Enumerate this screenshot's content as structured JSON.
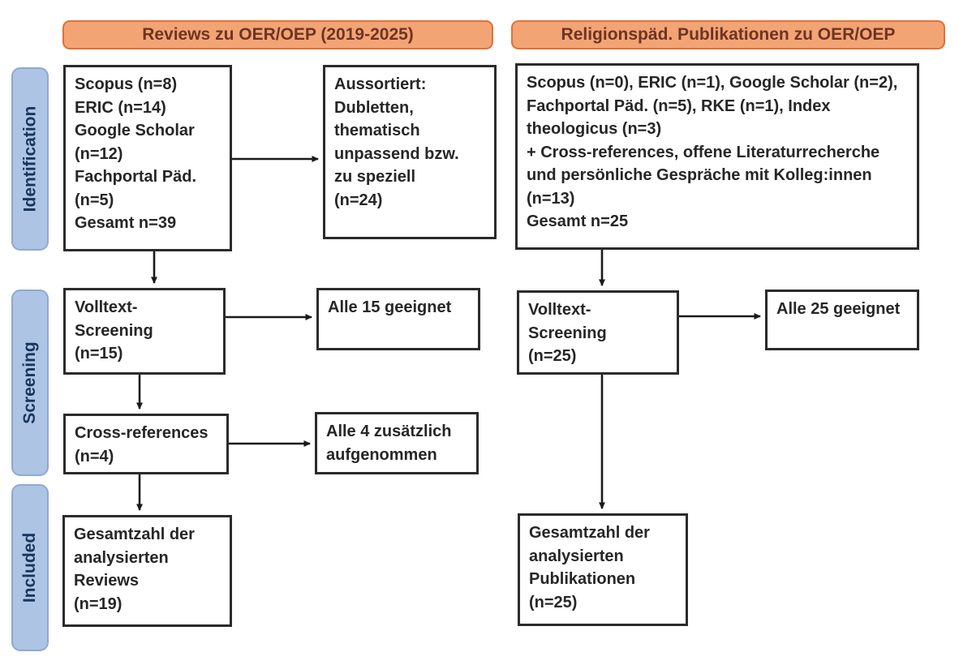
{
  "headers": {
    "left": "Reviews zu OER/OEP (2019-2025)",
    "right": "Religionspäd. Publikationen zu OER/OEP"
  },
  "stages": {
    "identification": "Identification",
    "screening": "Screening",
    "included": "Included"
  },
  "left_flow": {
    "sources": "Scopus (n=8)\nERIC (n=14)\nGoogle Scholar\n(n=12)\nFachportal Päd.\n(n=5)\nGesamt n=39",
    "excluded": "Aussortiert:\nDubletten,\nthematisch\nunpassend bzw.\nzu speziell\n(n=24)",
    "fulltext_screening": "Volltext-\nScreening\n(n=15)",
    "fulltext_result": "Alle 15 geeignet",
    "crossref": "Cross-references\n(n=4)",
    "crossref_result": "Alle 4 zusätzlich\naufgenommen",
    "included_total": "Gesamtzahl der\nanalysierten\nReviews\n(n=19)"
  },
  "right_flow": {
    "sources": "Scopus (n=0), ERIC (n=1), Google Scholar (n=2),\nFachportal Päd. (n=5), RKE (n=1), Index\ntheologicus (n=3)\n+ Cross-references, offene Literaturrecherche\nund persönliche Gespräche mit Kolleg:innen\n(n=13)\nGesamt n=25",
    "fulltext_screening": "Volltext-\nScreening\n(n=25)",
    "fulltext_result": "Alle 25 geeignet",
    "included_total": "Gesamtzahl der\nanalysierten\nPublikationen\n(n=25)"
  },
  "colors": {
    "header_fill": "#F2A475",
    "header_border": "#DF713A",
    "header_text": "#6E3423",
    "stage_fill": "#AEC4E5",
    "stage_border": "#8EA9D0",
    "stage_text": "#17365D",
    "box_border": "#2B2B2B",
    "box_text": "#262626",
    "arrow": "#1A1A1A",
    "background": "#FFFFFF"
  }
}
